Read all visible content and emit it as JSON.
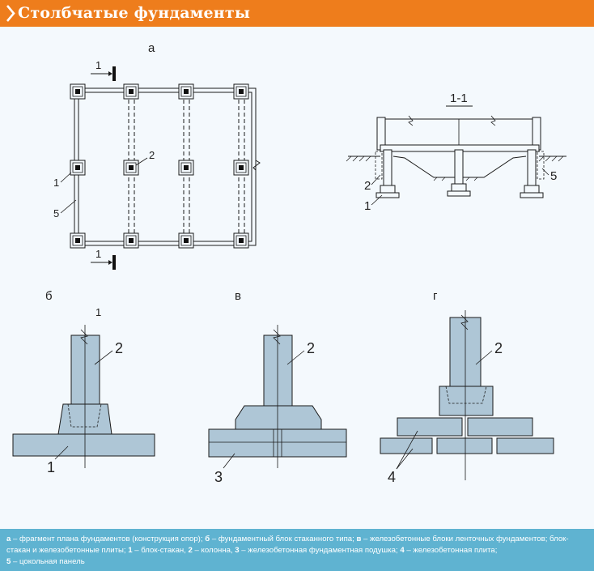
{
  "header": {
    "title": "Столбчатые фундаменты",
    "accent_color": "#ee7d1c"
  },
  "diagram": {
    "panel_a": {
      "label": "а",
      "section_mark_top": "1",
      "section_mark_bottom": "1",
      "callout_1": "1",
      "callout_2": "2",
      "callout_5": "5"
    },
    "section_1_1": {
      "title": "1-1",
      "callout_1": "1",
      "callout_2": "2",
      "callout_5": "5"
    },
    "panel_b": {
      "label": "б",
      "axis_label": "1",
      "callout_2": "2",
      "callout_1": "1"
    },
    "panel_v": {
      "label": "в",
      "callout_2": "2",
      "callout_3": "3"
    },
    "panel_g": {
      "label": "г",
      "callout_2": "2",
      "callout_4": "4"
    },
    "colors": {
      "fill": "#aec6d6",
      "line": "#1a1a1a",
      "background": "#f4f9fd"
    }
  },
  "caption": {
    "a_key": "а",
    "a_text": " – фрагмент плана фундаментов (конструкция опор); ",
    "b_key": "б",
    "b_text": " – фундаментный блок стаканного типа; ",
    "v_key": "в",
    "v_text": " – железобетонные блоки ленточных фундаментов; блок-стакан и железобетонные плиты; ",
    "k1": "1",
    "t1": " – блок-стакан, ",
    "k2": "2",
    "t2": " – колонна, ",
    "k3": "3",
    "t3": " – железобетонная фундаментная подушка; ",
    "k4": "4",
    "t4": " – железобетонная плита;",
    "k5": "5",
    "t5": " – цокольная панель"
  }
}
